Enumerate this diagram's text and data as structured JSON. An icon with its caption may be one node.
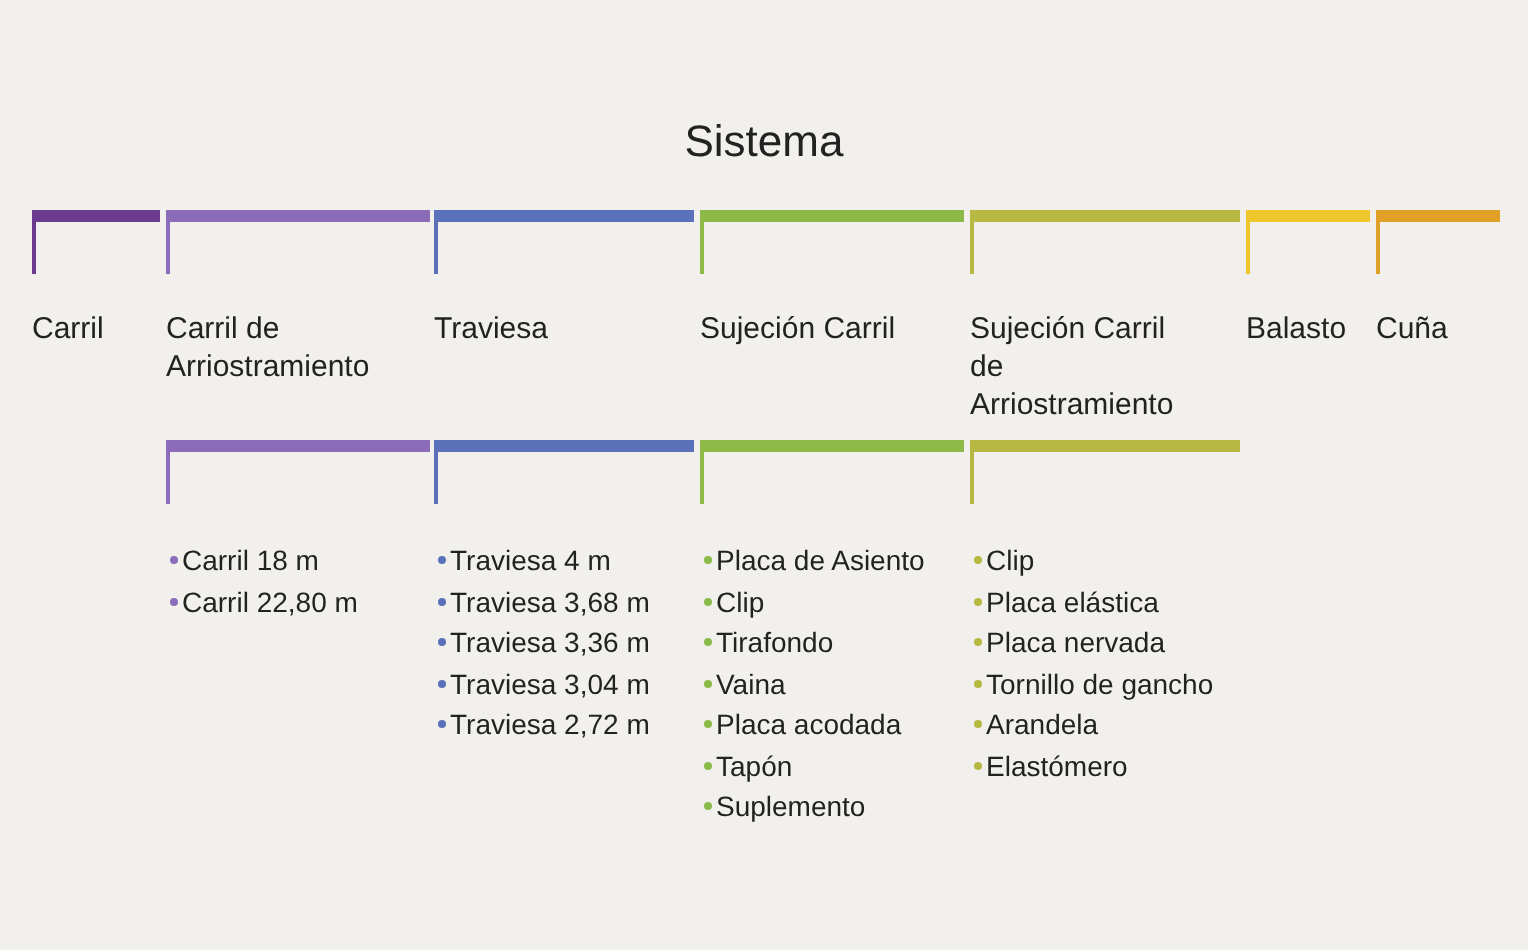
{
  "diagram": {
    "title": "Sistema",
    "nodes": [
      {
        "text": [
          "Carril"
        ]
      },
      {
        "text": [
          "Carril de Arriostramiento"
        ]
      },
      {
        "text": [
          "Traviesa"
        ]
      },
      {
        "text": [
          "Sujeción Carril"
        ]
      },
      {
        "text": [
          "Sujeción Carril de Arriostramiento"
        ]
      },
      {
        "text": [
          "Balasto"
        ]
      },
      {
        "text": [
          "Cuña"
        ]
      },
      {
        "text": [
          "Carril 18 m",
          "Carril 22,80 m"
        ]
      },
      {
        "text": [
          "Traviesa 4 m",
          "Traviesa 3,68 m",
          "Traviesa 3,36 m",
          "Traviesa 3,04 m",
          "Traviesa 2,72 m"
        ]
      },
      {
        "text": [
          "Placa de Asiento",
          "Clip",
          "Tirafondo",
          "Vaina",
          "Placa acodada",
          "Tapón",
          "Suplemento"
        ]
      },
      {
        "text": [
          "Clip",
          "Placa elástica",
          "Placa nervada",
          "Tornillo de gancho",
          "Arandela",
          "Elastómero"
        ]
      }
    ],
    "edges": []
  }
}
